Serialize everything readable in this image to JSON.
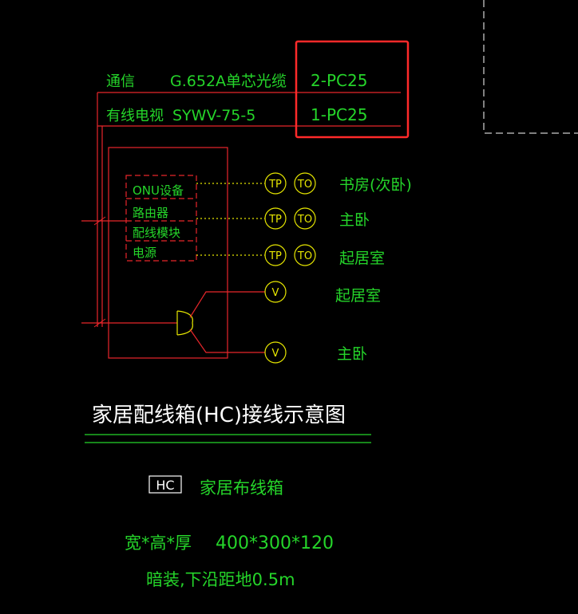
{
  "colors": {
    "background": "#000000",
    "red": "#e8262b",
    "green": "#25d52a",
    "yellow": "#e6e600",
    "white": "#ffffff",
    "highlight": "#ff2a2a"
  },
  "cables": [
    {
      "type": "通信",
      "spec": "G.652A单芯光缆",
      "conduit": "2-PC25"
    },
    {
      "type": "有线电视",
      "spec": "SYWV-75-5",
      "conduit": "1-PC25"
    }
  ],
  "hc_modules": [
    "ONU设备",
    "路由器",
    "配线模块",
    "电源"
  ],
  "outlets": [
    {
      "symbols": [
        "TP",
        "TO"
      ],
      "room": "书房(次卧)"
    },
    {
      "symbols": [
        "TP",
        "TO"
      ],
      "room": "主卧"
    },
    {
      "symbols": [
        "TP",
        "TO"
      ],
      "room": "起居室"
    },
    {
      "symbols": [
        "V"
      ],
      "room": "起居室"
    },
    {
      "symbols": [
        "V"
      ],
      "room": "主卧"
    }
  ],
  "diagram_title": "家居配线箱(HC)接线示意图",
  "legend": {
    "symbol": "HC",
    "description": "家居布线箱",
    "dimensions_label": "宽*高*厚",
    "dimensions_value": "400*300*120",
    "install_note": "暗装,下沿距地0.5m"
  }
}
